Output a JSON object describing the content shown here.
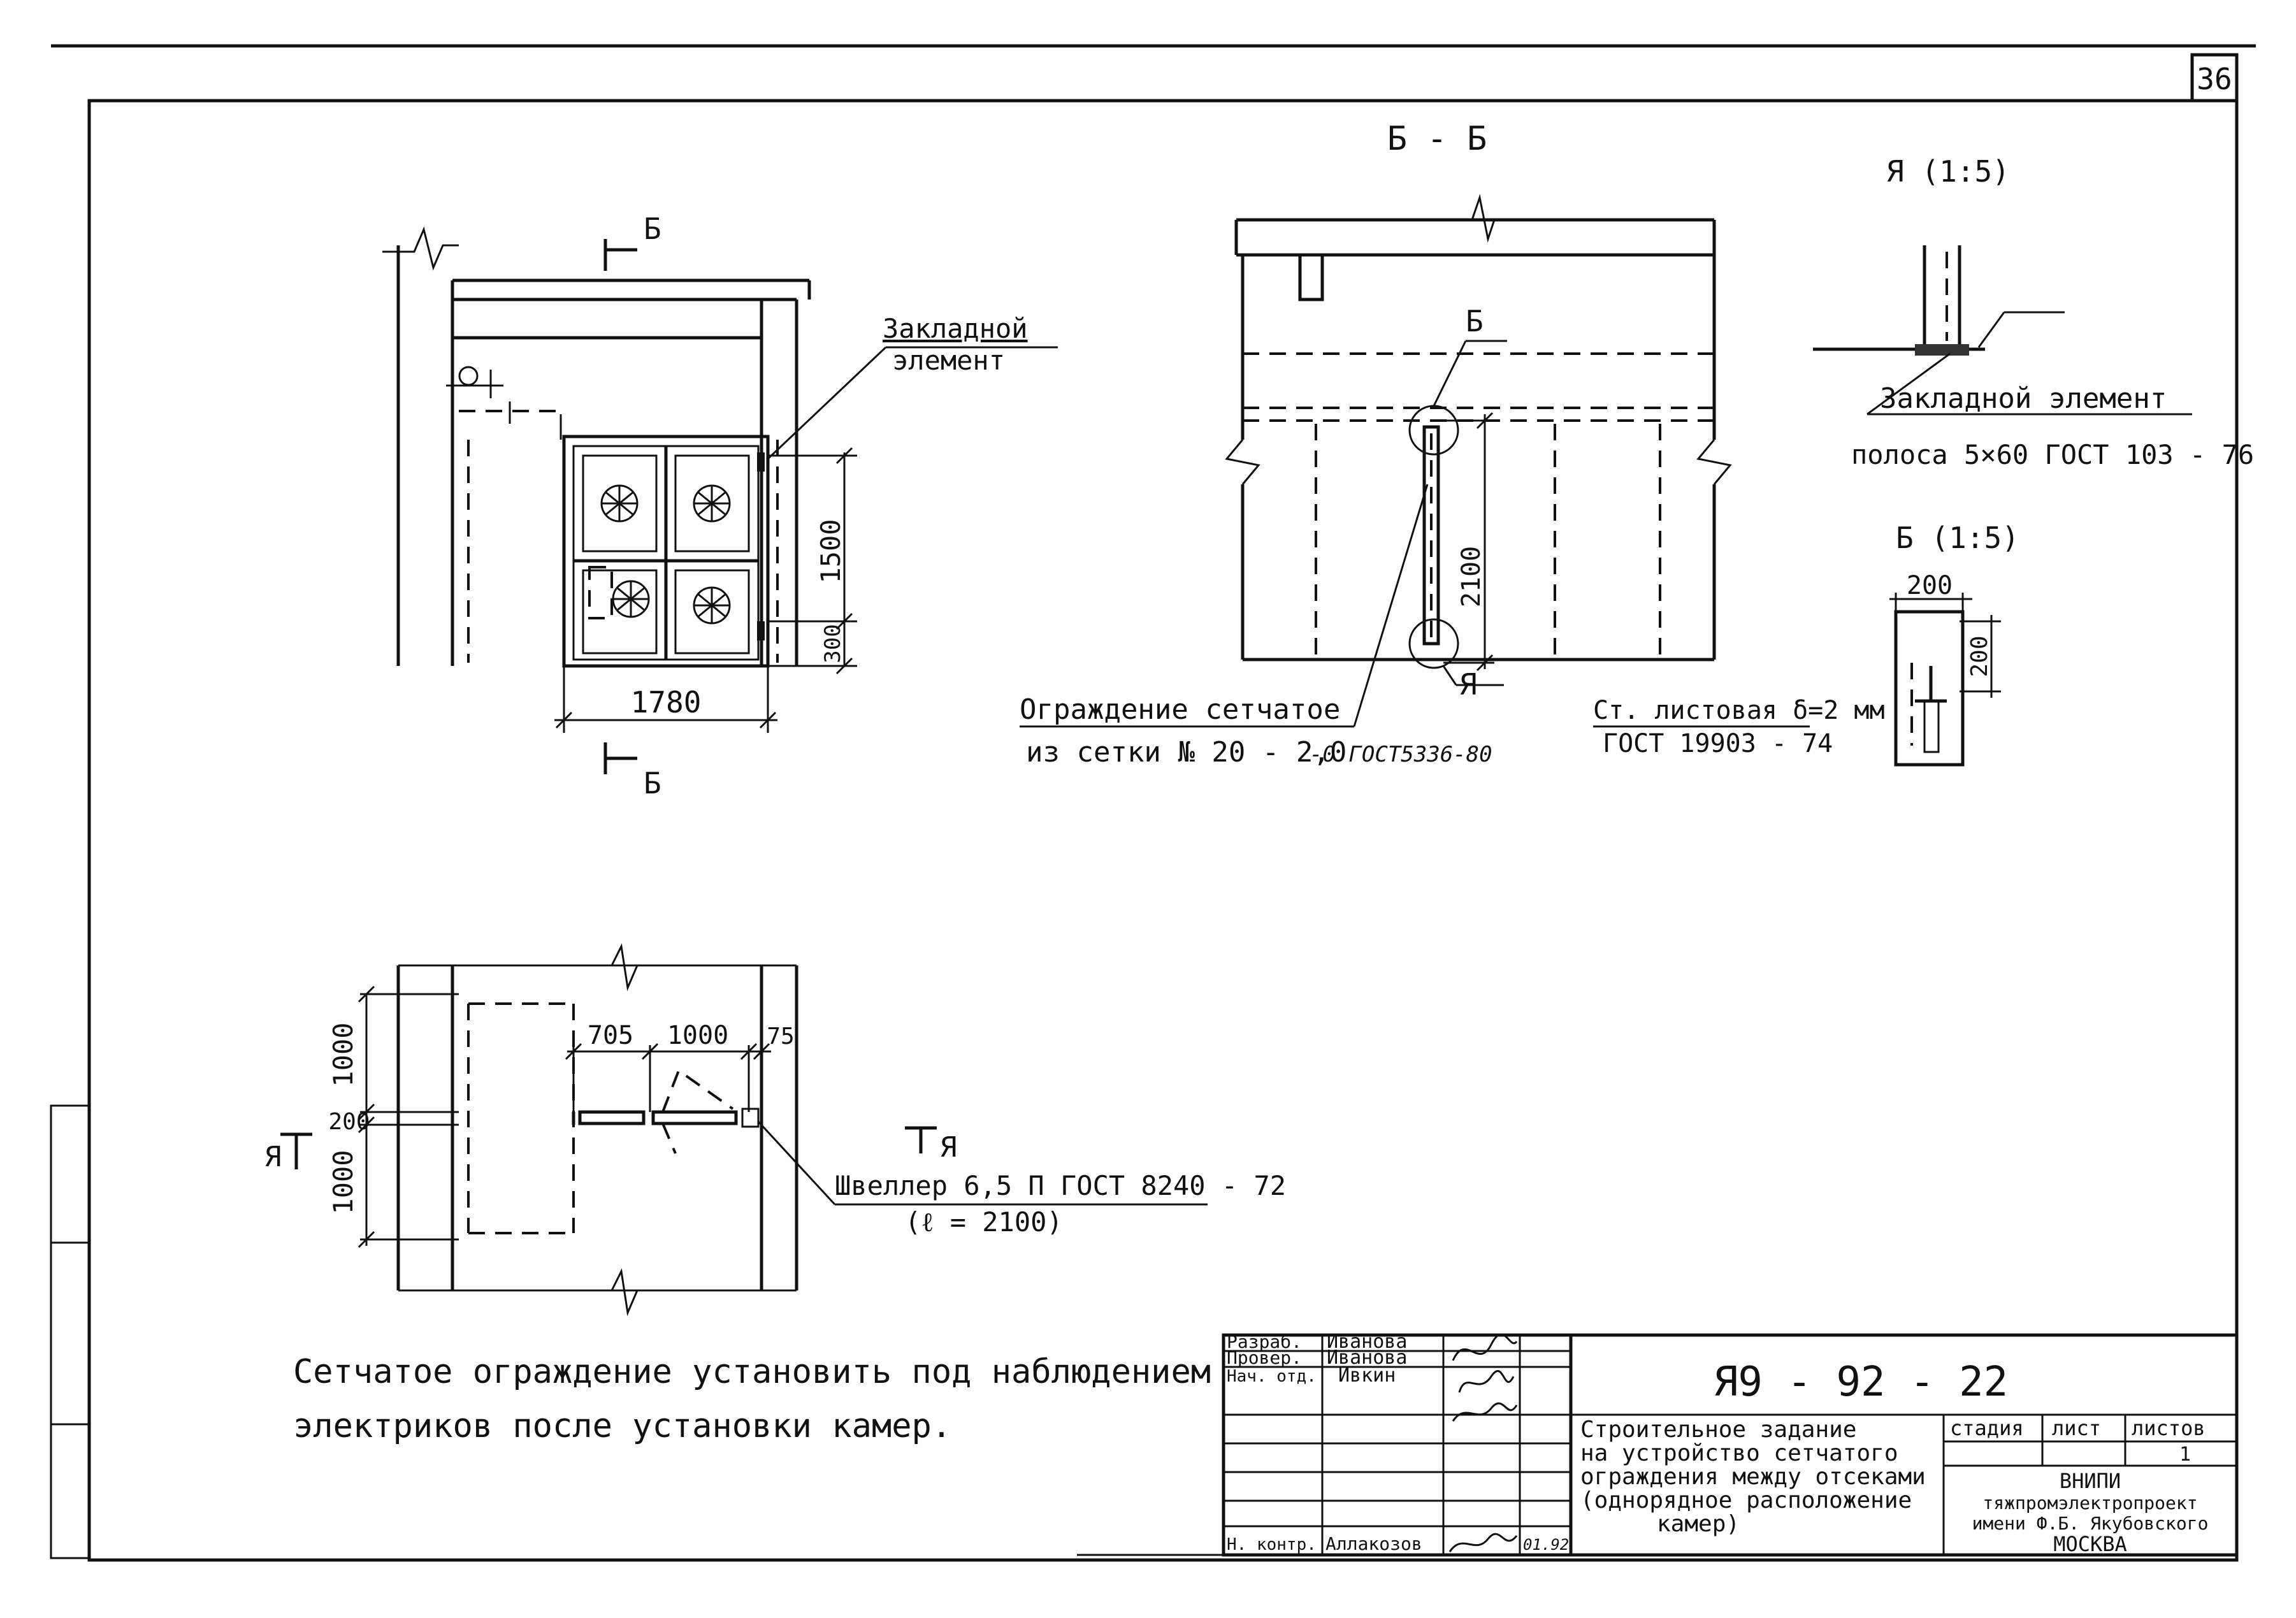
{
  "sheet_number": "36",
  "top_left_view": {
    "section_mark": "Б",
    "leader_label_1": "Закладной",
    "leader_label_2": "элемент",
    "dim_height": "1500",
    "dim_bottom": "300",
    "dim_width": "1780"
  },
  "section_view": {
    "title": "Б - Б",
    "mark_b": "Б",
    "mark_a": "Я",
    "dim_height": "2100",
    "fence_label_1": "Ограждение сетчатое",
    "fence_label_2": "из сетки № 20 - 2,0",
    "fence_label_3": "-0 ГОСТ5336-80",
    "sheet_label_1": "Ст. листовая δ=2 мм",
    "sheet_label_2": "ГОСТ 19903 - 74"
  },
  "detail_a": {
    "title": "Я (1:5)",
    "label_1": "Закладной элемент",
    "label_2": "полоса 5×60 ГОСТ 103 - 76"
  },
  "detail_b": {
    "title": "Б (1:5)",
    "dim_width": "200",
    "dim_height": "200"
  },
  "plan_view": {
    "dim_top": "1000",
    "dim_mid": "200",
    "dim_bottom": "1000",
    "dim_a": "705",
    "dim_b": "1000",
    "dim_c": "75",
    "cut_mark": "Я",
    "channel_label_1": "Швеллер 6,5 П ГОСТ 8240 - 72",
    "channel_label_2": "(ℓ = 2100)"
  },
  "note": {
    "line_1": "Сетчатое ограждение установить под наблюдением",
    "line_2": "электриков  после  установки  камер."
  },
  "title_block": {
    "designation": "Я9 - 92 - 22",
    "roles": [
      {
        "role": "Разраб.",
        "name": "Иванова"
      },
      {
        "role": "Провер.",
        "name": "Иванова"
      },
      {
        "role": "Нач. отд.",
        "name": "Ивкин"
      },
      {
        "role": "",
        "name": ""
      },
      {
        "role": "",
        "name": ""
      },
      {
        "role": "",
        "name": ""
      },
      {
        "role": "Н. контр.",
        "name": "Аллакозов"
      }
    ],
    "date": "01.92",
    "description_1": "Строительное  задание",
    "description_2": "на устройство сетчатого",
    "description_3": "ограждения между отсеками",
    "description_4": "(однорядное расположение",
    "description_5": "камер)",
    "col_stage": "стадия",
    "col_sheet": "лист",
    "col_sheets": "листов",
    "sheets_value": "1",
    "org_1": "ВНИПИ",
    "org_2": "тяжпромэлектропроект",
    "org_3": "имени Ф.Б. Якубовского",
    "org_4": "МОСКВА"
  }
}
